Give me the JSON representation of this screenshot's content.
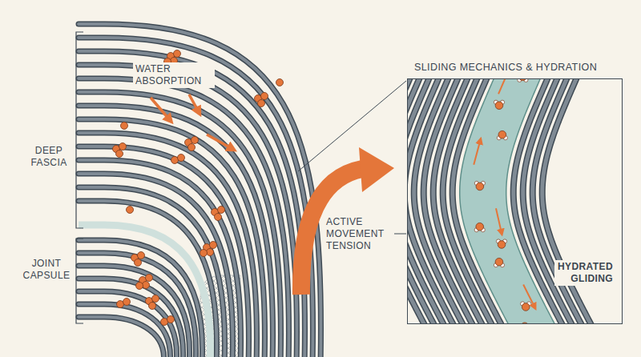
{
  "diagram": {
    "nodes": [
      {
        "text": [
          "SLIDING MECHANICS & HYDRATION",
          "HYDRATED GLIDING"
        ]
      }
    ],
    "labels": [
      "WATER ABSORPTION",
      "DEEP FASCIA",
      "JOINT CAPSULE",
      "ACTIVE MOVEMENT TENSION"
    ]
  }
}
